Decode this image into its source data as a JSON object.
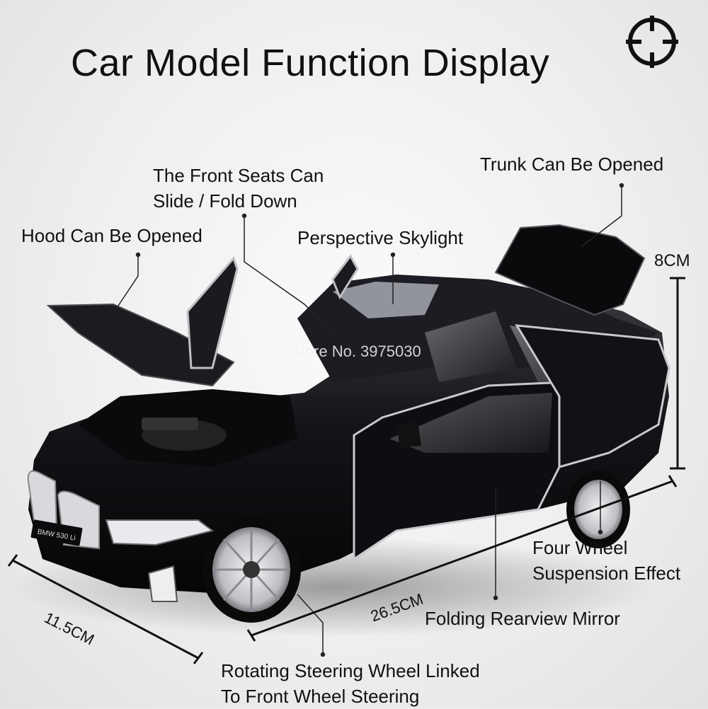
{
  "title": "Car Model Function Display",
  "watermark": "Store No. 3975030",
  "badge": "BMW 530 Li",
  "features": {
    "front_seats": [
      "The Front Seats Can",
      "Slide / Fold Down"
    ],
    "trunk": "Trunk Can Be Opened",
    "hood": "Hood Can Be Opened",
    "skylight": "Perspective Skylight",
    "suspension": [
      "Four Wheel",
      "Suspension Effect"
    ],
    "mirror": "Folding Rearview Mirror",
    "steering": [
      "Rotating Steering Wheel Linked",
      "To Front Wheel Steering"
    ]
  },
  "dimensions": {
    "height": "8CM",
    "width": "11.5CM",
    "length": "26.5CM"
  },
  "icons": {
    "corner": "crosshair-icon"
  },
  "colors": {
    "car_body": "#141418",
    "rim": "#c9c9cc",
    "callout_line": "#222222"
  }
}
